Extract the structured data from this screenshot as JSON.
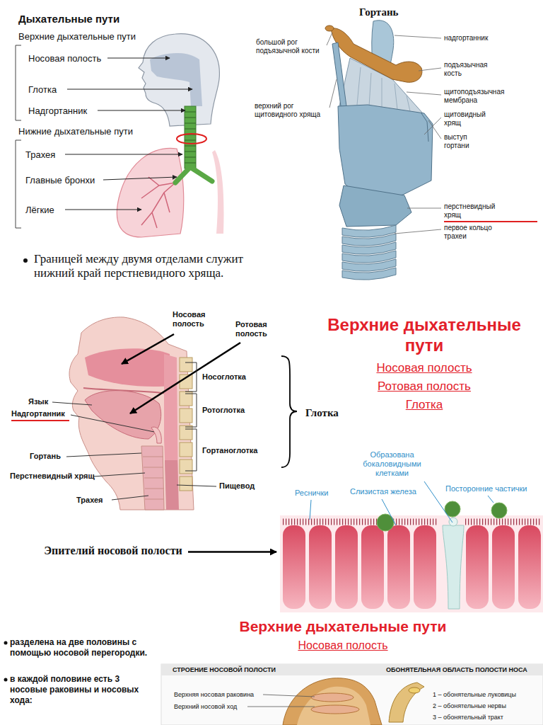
{
  "diagram": {
    "nodes": [
      {
        "text": [
          "Образована бокаловидными клетками",
          "Реснички",
          "Слизистая железа",
          "Посторонние частички"
        ]
      },
      {
        "text": [
          "Эпителий носовой полости"
        ]
      },
      {
        "text": [
          "СТРОЕНИЕ НОСОВОЙ ПОЛОСТИ",
          "ОБОНЯТЕЛЬНАЯ ОБЛАСТЬ ПОЛОСТИ НОСА",
          "Верхняя носовая раковина",
          "Верхний носовой ход",
          "1 – обонятельные луковицы",
          "2 – обонятельные нервы",
          "3 – обонятельный тракт"
        ]
      }
    ],
    "edges": [
      {
        "from": 1,
        "to": 0,
        "arrow": "to"
      }
    ],
    "labels": [
      "Дыхательные пути",
      "Верхние дыхательные пути",
      "Носовая полость",
      "Глотка",
      "Надгортанник",
      "Нижние дыхательные пути",
      "Трахея",
      "Главные бронхи",
      "Лёгкие",
      "Границей между двумя отделами служит нижний край перстневидного хряща.",
      "Гортань",
      "большой рог подъязычной кости",
      "верхний рог щитовидного хряща",
      "надгортанник",
      "подъязычная кость",
      "щитоподъязычная мембрана",
      "щитовидный хрящ",
      "выступ гортани",
      "перстневидный хрящ",
      "первое кольцо трахеи",
      "Носовая полость",
      "Ротовая полость",
      "Носоглотка",
      "Язык",
      "Надгортанник",
      "Ротоглотка",
      "Гортань",
      "Гортаноглотка",
      "Перстневидный хрящ",
      "Пищевод",
      "Трахея",
      "Глотка",
      "Верхние дыхательные пути",
      "Носовая полость",
      "Ротовая полость",
      "Глотка",
      "разделена на две половины с помощью носовой перегородки.",
      "в каждой половине есть 3 носовые раковины и носовых хода:",
      "Верхние дыхательные пути",
      "Носовая полость"
    ]
  }
}
